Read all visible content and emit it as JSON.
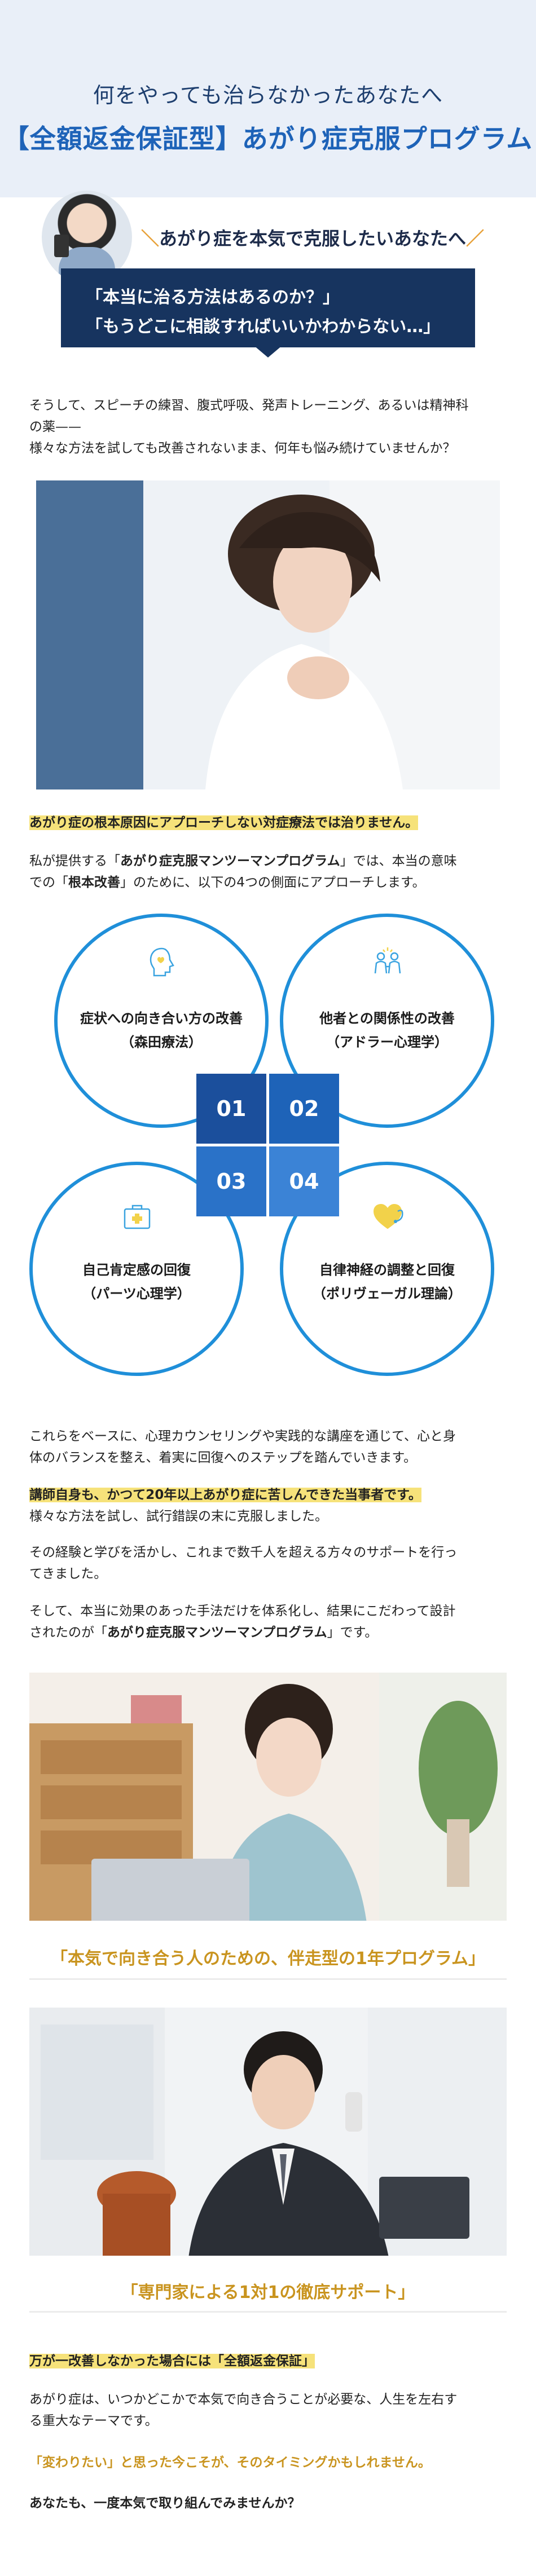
{
  "hero": {
    "subtitle": "何をやっても治らなかったあなたへ",
    "title": "【全額返金保証型】あがり症克服プログラム"
  },
  "intro": {
    "slash_left": "＼",
    "lead": "あがり症を本気で克服したいあなたへ",
    "slash_right": "／",
    "quote1": "「本当に治る方法はあるのか？」",
    "quote2": "「もうどこに相談すればいいかわからない…」"
  },
  "text": {
    "p1_line1": "そうして、スピーチの練習、腹式呼吸、発声トレーニング、あるいは精神科",
    "p1_line2": "の薬——",
    "p1_line3": "様々な方法を試しても改善されないまま、何年も悩み続けていませんか？",
    "p2_highlight": "あがり症の根本原因にアプローチしない対症療法では治りません。",
    "p3_line1_pre": "私が提供する「",
    "p3_line1_bold": "あがり症克服マンツーマンプログラム",
    "p3_line1_post": "」では、本当の意味",
    "p3_line2_pre": "での「",
    "p3_line2_bold": "根本改善",
    "p3_line2_post": "」のために、以下の4つの側面にアプローチします。",
    "p4_line1": "これらをベースに、心理カウンセリングや実践的な講座を通じて、心と身",
    "p4_line2": "体のバランスを整え、着実に回復へのステップを踏んでいきます。",
    "p5_highlight": "講師自身も、かつて20年以上あがり症に苦しんできた当事者です。",
    "p5_line2": "様々な方法を試し、試行錯誤の末に克服しました。",
    "p6_line1": "その経験と学びを活かし、これまで数千人を超える方々のサポートを行っ",
    "p6_line2": "てきました。",
    "p7_line1": "そして、本当に効果のあった手法だけを体系化し、結果にこだわって設計",
    "p7_line2_pre": "されたのが「",
    "p7_line2_bold": "あがり症克服マンツーマンプログラム",
    "p7_line2_post": "」です。",
    "caption1": "「本気で向き合う人のための、伴走型の1年プログラム」",
    "caption2": "「専門家による1対1の徹底サポート」",
    "p8_highlight": "万が一改善しなかった場合には「全額返金保証」",
    "p9_line1": "あがり症は、いつかどこかで本気で向き合うことが必要な、人生を左右す",
    "p9_line2": "る重大なテーマです。",
    "p10_gold": "「変わりたい」と思った今こそが、そのタイミングかもしれません。",
    "p11_bold": "あなたも、一度本気で取り組んでみませんか？"
  },
  "approaches": [
    {
      "num": "01",
      "title": "症状への向き合い方の改善",
      "sub": "（森田療法）",
      "icon": "head-heart-icon"
    },
    {
      "num": "02",
      "title": "他者との関係性の改善",
      "sub": "（アドラー心理学）",
      "icon": "people-icon"
    },
    {
      "num": "03",
      "title": "自己肯定感の回復",
      "sub": "（パーツ心理学）",
      "icon": "first-aid-kit-icon"
    },
    {
      "num": "04",
      "title": "自律神経の調整と回復",
      "sub": "（ポリヴェーガル理論）",
      "icon": "heart-pulse-icon"
    }
  ],
  "colors": {
    "accent_blue": "#1f8fd9",
    "navy": "#17345f",
    "gold": "#c9941f",
    "highlight_yellow": "#f6e27a",
    "num1": "#1b4f9c",
    "num2": "#1e63b8",
    "num3": "#2a72c8",
    "num4": "#3b83d6"
  }
}
